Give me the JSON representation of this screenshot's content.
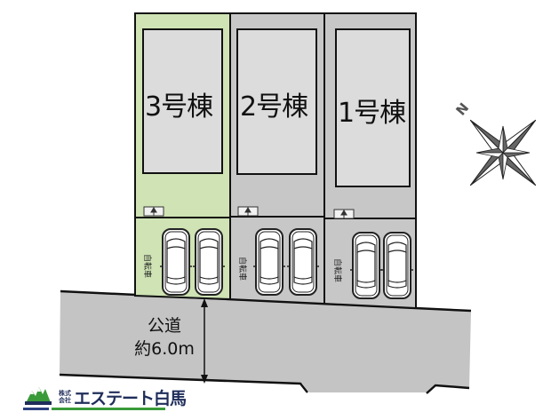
{
  "site_plan": {
    "lots": [
      {
        "id": "lot-3",
        "label": "3号棟",
        "fill": "#cfe3b4"
      },
      {
        "id": "lot-2",
        "label": "2号棟",
        "fill": "#c7c7c7"
      },
      {
        "id": "lot-1",
        "label": "1号棟",
        "fill": "#c7c7c7"
      }
    ],
    "building_fill": "#dcdcdc",
    "road": {
      "label": "公道",
      "width_label": "約6.0m",
      "fill": "#c4c4c4"
    },
    "compass": {
      "north_label": "N"
    },
    "parking_per_lot": 2
  },
  "logo": {
    "prefix_top": "株式",
    "prefix_bottom": "会社",
    "name": "エステート白馬",
    "primary_color": "#1f2d5a",
    "accent_color": "#3a9a3a"
  }
}
